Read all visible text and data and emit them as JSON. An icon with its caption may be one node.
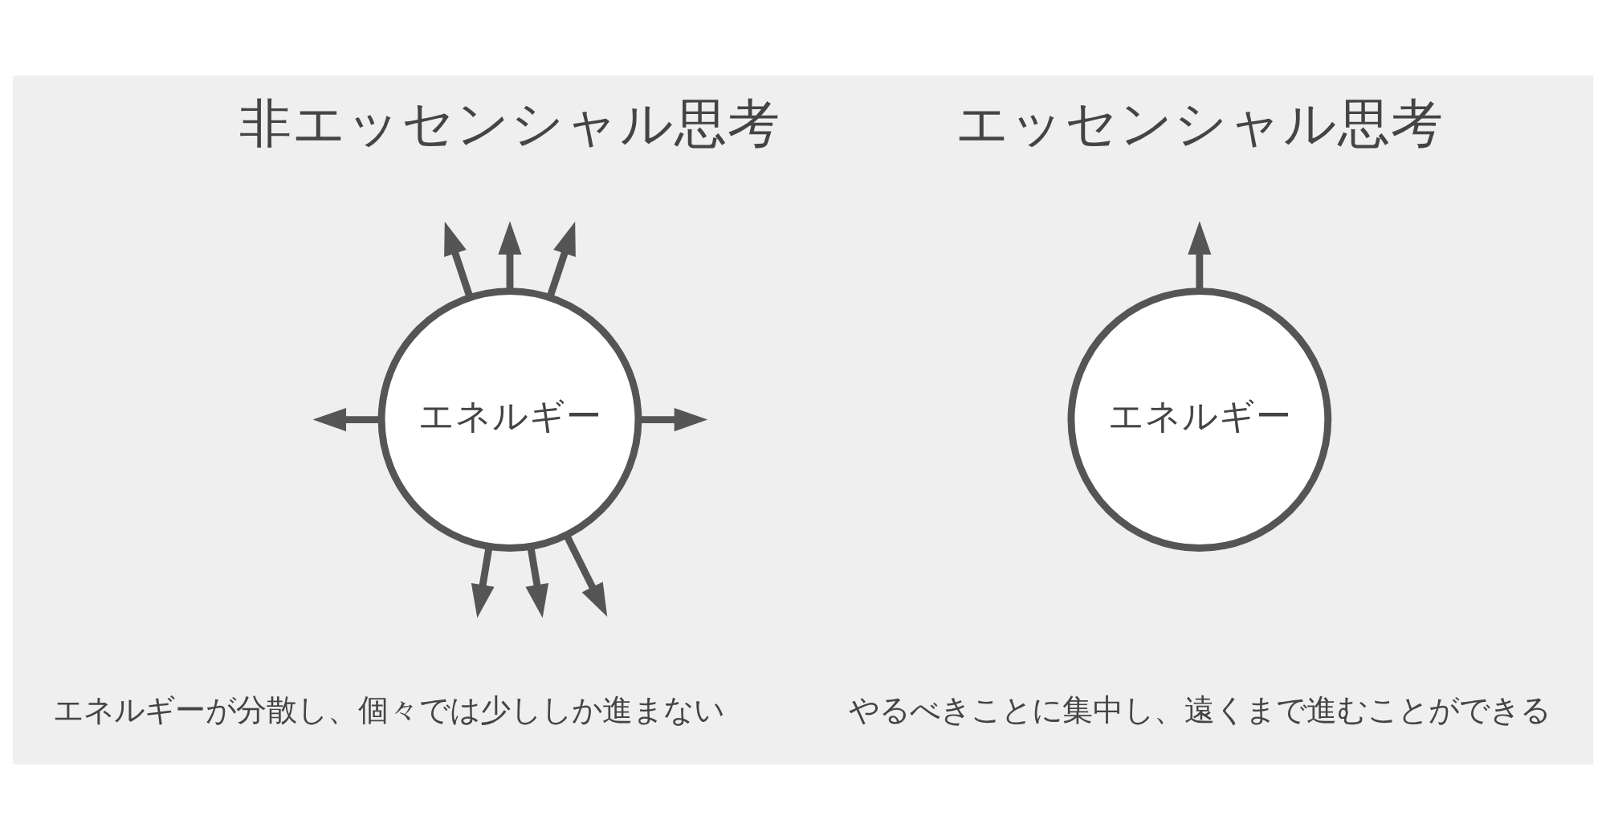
{
  "diagram": {
    "nodes": [
      {
        "text": [
          "エネルギー"
        ]
      },
      {
        "text": [
          "エネルギー"
        ]
      }
    ],
    "edges": [
      {
        "from": 0,
        "to": null,
        "arrow": "to"
      },
      {
        "from": 0,
        "to": null,
        "arrow": "to"
      },
      {
        "from": 0,
        "to": null,
        "arrow": "to"
      },
      {
        "from": 0,
        "to": null,
        "arrow": "to"
      },
      {
        "from": 0,
        "to": null,
        "arrow": "to"
      },
      {
        "from": 0,
        "to": null,
        "arrow": "to"
      },
      {
        "from": 0,
        "to": null,
        "arrow": "to"
      },
      {
        "from": 0,
        "to": null,
        "arrow": "to"
      },
      {
        "from": 1,
        "to": null,
        "arrow": "to"
      }
    ],
    "labels": [
      "非エッセンシャル思考",
      "エッセンシャル思考",
      "エネルギーが分散し、個々では少ししか進まない",
      "やるべきことに集中し、遠くまで進むことができる"
    ]
  }
}
